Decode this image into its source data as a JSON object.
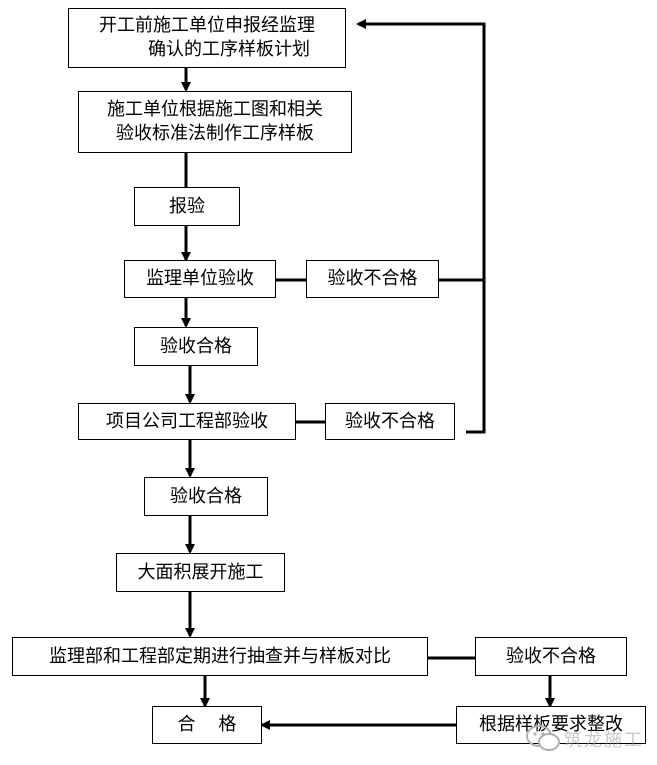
{
  "boxes": {
    "plan": {
      "line1": "开工前施工单位申报经监理",
      "line2": "确认的工序样板计划"
    },
    "make": {
      "line1": "施工单位根据施工图和相关",
      "line2": "验收标准法制作工序样板"
    },
    "report": "报验",
    "supervisor_accept": "监理单位验收",
    "fail_1": "验收不合格",
    "pass_1": "验收合格",
    "company_accept": "项目公司工程部验收",
    "fail_2": "验收不合格",
    "pass_2": "验收合格",
    "full_construction": "大面积展开施工",
    "periodic_check": "监理部和工程部定期进行抽查并与样板对比",
    "fail_3": "验收不合格",
    "qualified": "合    格",
    "rectify": "根据样板要求整改"
  },
  "watermark": {
    "text": "筑龙施工",
    "icon": "wechat-icon"
  }
}
